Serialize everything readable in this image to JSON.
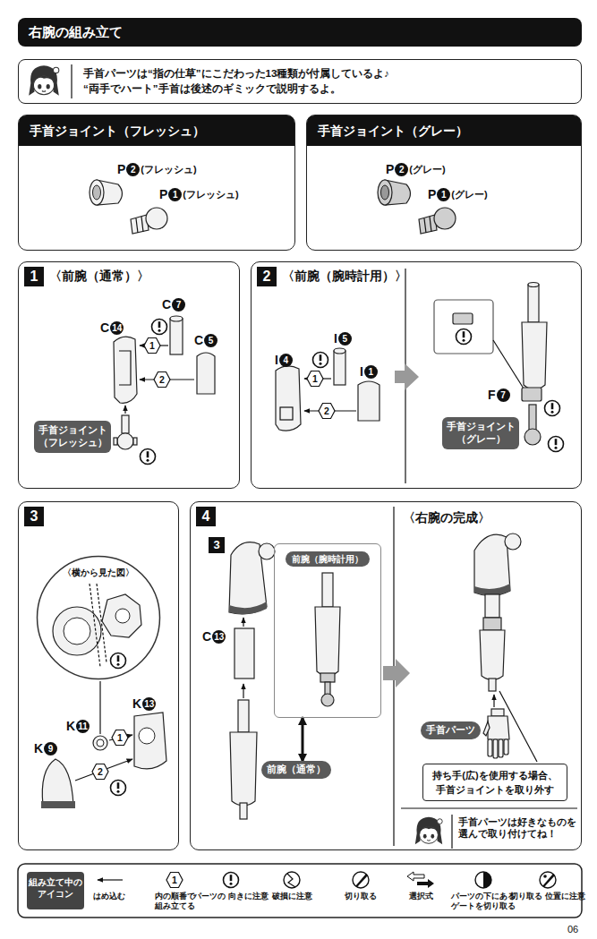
{
  "diagram": {
    "title": "右腕の組み立て",
    "nodes": [
      {
        "text": [
          "手首パーツは“指の仕草”にこだわった13種類が付属しているよ♪",
          "“両手でハート”手首は後述のギミックで説明するよ。"
        ]
      },
      {
        "text": [
          "手首ジョイント（フレッシュ）"
        ]
      },
      {
        "text": [
          "手首ジョイント（グレー）"
        ]
      },
      {
        "text": [
          "1",
          "〈前腕（通常）〉"
        ]
      },
      {
        "text": [
          "手首ジョイント （フレッシュ）"
        ],
        "in": 3
      },
      {
        "text": [
          "2",
          "〈前腕（腕時計用）〉"
        ]
      },
      {
        "text": [
          "手首ジョイント （グレー）"
        ],
        "in": 5
      },
      {
        "text": [
          "3"
        ]
      },
      {
        "text": [
          "〈横から見た図〉"
        ],
        "in": 7
      },
      {
        "text": [
          "4"
        ]
      },
      {
        "text": [
          "前腕（腕時計用）"
        ],
        "in": 9
      },
      {
        "text": [
          "前腕（通常）"
        ],
        "in": 9
      },
      {
        "text": [
          "手首パーツ"
        ],
        "in": 9
      },
      {
        "text": [
          "持ち手(広)を使用する場合、 手首ジョイントを取り外す"
        ],
        "in": 9
      },
      {
        "text": [
          "組み立て中の アイコン"
        ]
      }
    ],
    "edges": [
      {
        "from": 10,
        "to": 11,
        "arrow": "both"
      }
    ],
    "labels": [
      "P",
      "2",
      "(フレッシュ)",
      "P",
      "1",
      "(フレッシュ)",
      "P",
      "2",
      "(グレー)",
      "P",
      "1",
      "(グレー)",
      "C",
      "7",
      "C",
      "14",
      "1",
      "C",
      "5",
      "2",
      "I",
      "5",
      "I",
      "4",
      "1",
      "I",
      "1",
      "2",
      "F",
      "7",
      "K",
      "13",
      "K",
      "11",
      "1",
      "K",
      "9",
      "2",
      "3",
      "C",
      "13",
      "〈右腕の完成〉",
      "手首パーツは好きなものを 選んで取り付けてね！",
      "1",
      "06"
    ],
    "legend": [
      {
        "text": "はめ込む"
      },
      {
        "text": "内の順番で 組み立てる"
      },
      {
        "text": "パーツの 向きに注意"
      },
      {
        "text": "破損に注意"
      },
      {
        "text": "切り取る"
      },
      {
        "text": "選択式"
      },
      {
        "text": "パーツの下にある ゲートを切り取る"
      },
      {
        "text": "切り取る 位置に注意"
      }
    ]
  }
}
